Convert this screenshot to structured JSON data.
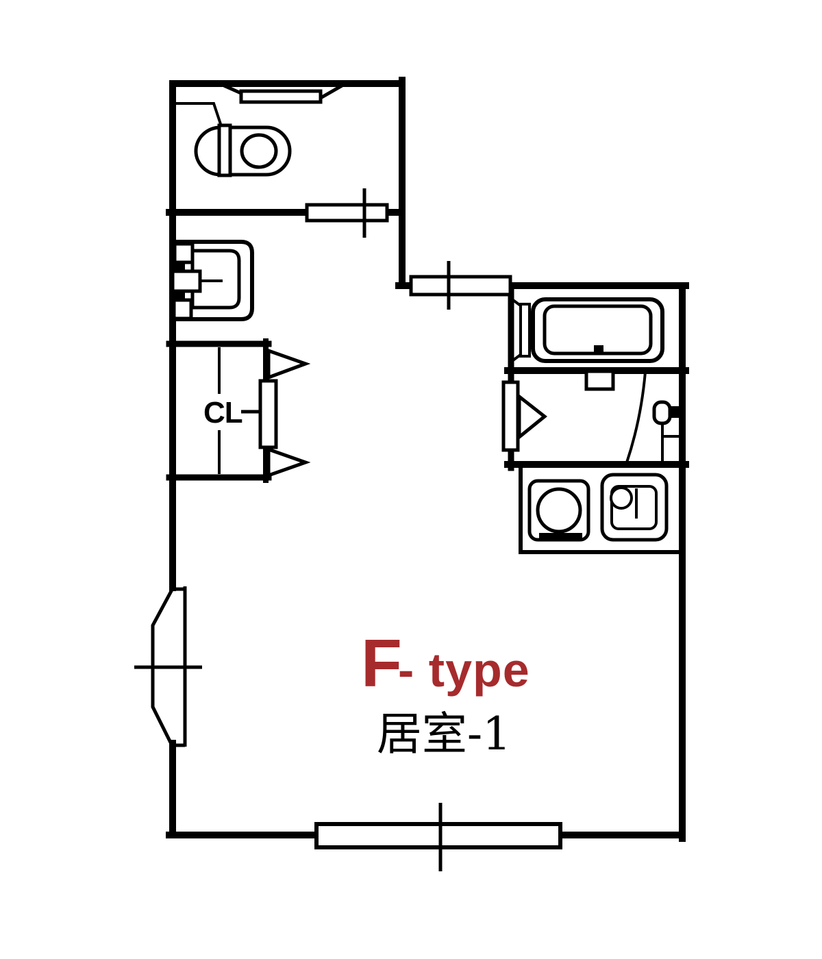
{
  "floorplan": {
    "unit_type_label": {
      "letter": "F",
      "rest": "- type"
    },
    "room_label": "居室-1",
    "closet_label": "CL",
    "colors": {
      "accent": "#A62B2D",
      "line": "#000000",
      "bg": "#FFFFFF"
    }
  }
}
